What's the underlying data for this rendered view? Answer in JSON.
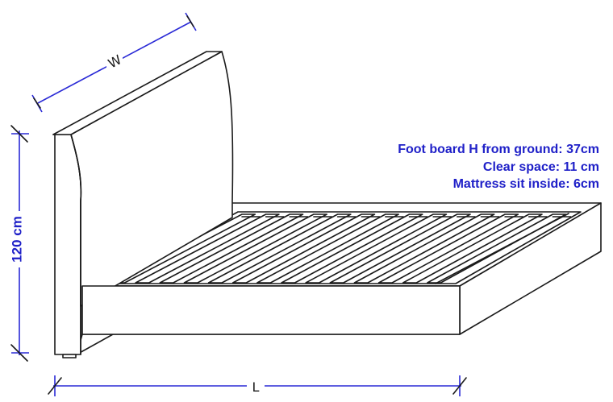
{
  "dimensions": {
    "width_label": "W",
    "height_label": "120 cm",
    "length_label": "L"
  },
  "specs": [
    "Foot board H from ground: 37cm",
    "Clear space: 11 cm",
    "Mattress sit inside: 6cm"
  ],
  "colors": {
    "annotation": "#1f20c8",
    "dimension_line": "#2a2ad6",
    "outline": "#1a1a1a"
  }
}
